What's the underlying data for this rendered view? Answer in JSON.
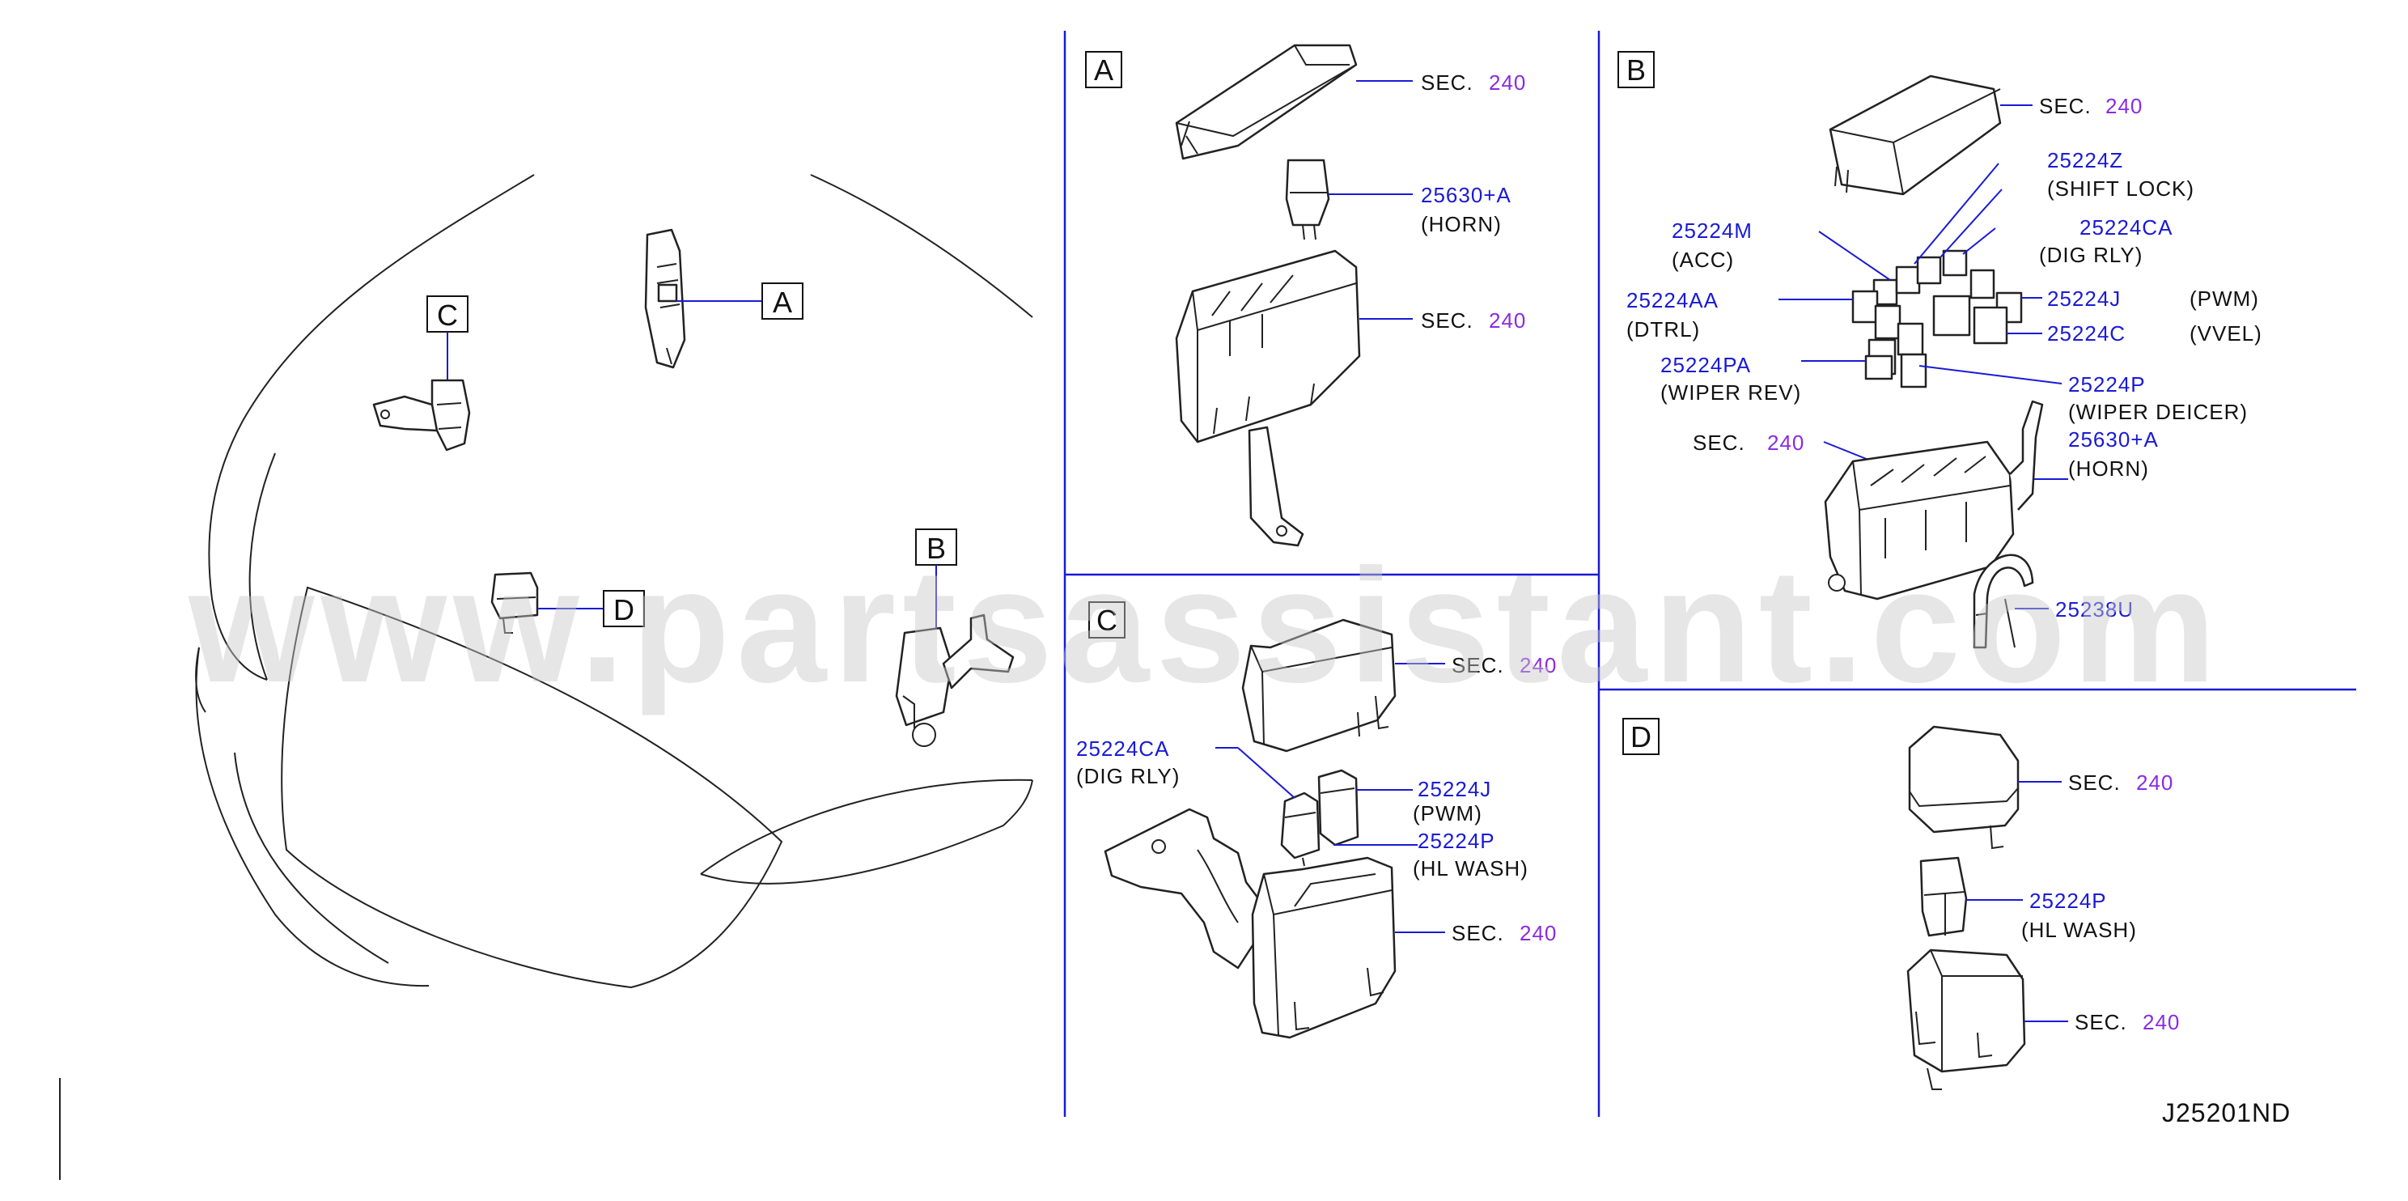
{
  "watermark": "www.partsassistant.com",
  "diagram_code": "J25201ND",
  "overview": {
    "location_a": "A",
    "location_b": "B",
    "location_c": "C",
    "location_d": "D"
  },
  "panel_a": {
    "title": "A",
    "sec_prefix": "SEC.",
    "sec_number": "240",
    "horn_part": "25630+A",
    "horn_desc": "(HORN)"
  },
  "panel_b": {
    "title": "B",
    "sec_prefix": "SEC.",
    "sec_number": "240",
    "parts": {
      "shift_lock": "25224Z",
      "shift_lock_desc": "(SHIFT   LOCK)",
      "acc": "25224M",
      "acc_desc": "(ACC)",
      "dig_rly": "25224CA",
      "dig_rly_desc": "(DIG   RLY)",
      "dtrl": "25224AA",
      "dtrl_desc": "(DTRL)",
      "pwm": "25224J",
      "pwm_desc": "(PWM)",
      "vvel": "25224C",
      "vvel_desc": "(VVEL)",
      "wiper_rev": "25224PA",
      "wiper_rev_desc": "(WIPER   REV)",
      "wiper_deicer": "25224P",
      "wiper_deicer_desc": "(WIPER   DEICER)",
      "horn": "25630+A",
      "horn_desc": "(HORN)",
      "clip": "25238U"
    }
  },
  "panel_c": {
    "title": "C",
    "sec_prefix": "SEC.",
    "sec_number": "240",
    "parts": {
      "dig_rly": "25224CA",
      "dig_rly_desc": "(DIG   RLY)",
      "pwm": "25224J",
      "pwm_desc": "(PWM)",
      "hl_wash": "25224P",
      "hl_wash_desc": "(HL   WASH)"
    }
  },
  "panel_d": {
    "title": "D",
    "sec_prefix": "SEC.",
    "sec_number": "240",
    "hl_wash": "25224P",
    "hl_wash_desc": "(HL   WASH)"
  },
  "colors": {
    "part_number": "#1a1ad6",
    "section_number": "#8a2be2",
    "leader_line": "#1a1ad6",
    "outline": "#222222"
  }
}
